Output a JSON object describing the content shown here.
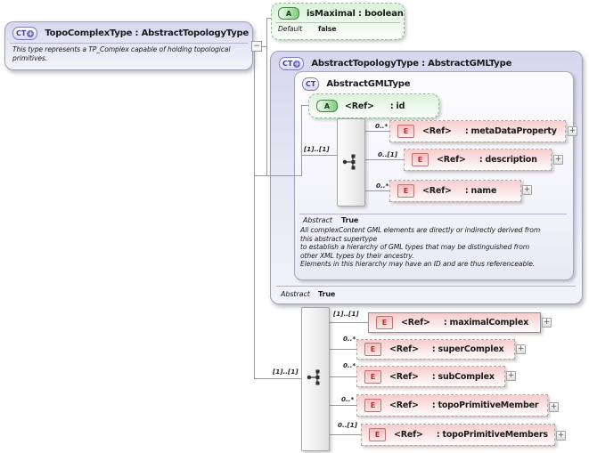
{
  "ui": {
    "expand_glyph": "+",
    "collapse_glyph": "−",
    "type_plus_glyph": "+",
    "colors": {
      "type_fill": "#d6d6ee",
      "attribute_fill": "#d9f3d9",
      "element_fill": "#f6cccc",
      "connector_line": "#9a9a9a"
    }
  },
  "topo_complex_type": {
    "badge": "CT",
    "title": "TopoComplexType : AbstractTopologyType",
    "description": "This type represents a TP_Complex capable of holding topological primitives."
  },
  "is_maximal_attribute": {
    "badge": "A",
    "title": "isMaximal : boolean",
    "default_label": "Default",
    "default_value": "false"
  },
  "abstract_topology_type": {
    "badge": "CT",
    "title": "AbstractTopologyType : AbstractGMLType",
    "abstract_label": "Abstract",
    "abstract_value": "True",
    "sequence_cardinality": "[1]..[1]",
    "elements": [
      {
        "badge": "E",
        "ref": "<Ref>",
        "name": ": maximalComplex",
        "cardinality": "[1]..[1]"
      },
      {
        "badge": "E",
        "ref": "<Ref>",
        "name": ": superComplex",
        "cardinality": "0..*"
      },
      {
        "badge": "E",
        "ref": "<Ref>",
        "name": ": subComplex",
        "cardinality": "0..*"
      },
      {
        "badge": "E",
        "ref": "<Ref>",
        "name": ": topoPrimitiveMember",
        "cardinality": "0..*"
      },
      {
        "badge": "E",
        "ref": "<Ref>",
        "name": ": topoPrimitiveMembers",
        "cardinality": "0..[1]"
      }
    ]
  },
  "abstract_gml_type": {
    "badge": "CT",
    "title": "AbstractGMLType",
    "id_attribute": {
      "badge": "A",
      "ref": "<Ref>",
      "name": ": id"
    },
    "sequence_cardinality": "[1]..[1]",
    "elements": [
      {
        "badge": "E",
        "ref": "<Ref>",
        "name": ": metaDataProperty",
        "cardinality": "0..*"
      },
      {
        "badge": "E",
        "ref": "<Ref>",
        "name": ": description",
        "cardinality": "0..[1]"
      },
      {
        "badge": "E",
        "ref": "<Ref>",
        "name": ": name",
        "cardinality": "0..*"
      }
    ],
    "abstract_label": "Abstract",
    "abstract_value": "True",
    "doc_lines": [
      "All complexContent GML elements are directly or indirectly derived from",
      "this abstract supertype",
      "to establish a hierarchy of GML types that may be distinguished from",
      "other XML types by their ancestry.",
      "Elements in this hierarchy may have an ID and are thus referenceable."
    ]
  }
}
